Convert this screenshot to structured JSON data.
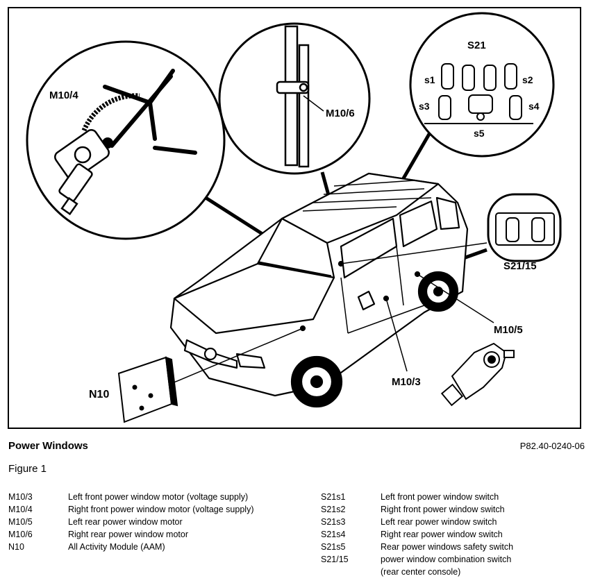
{
  "figure": {
    "labels": {
      "m10_4": "M10/4",
      "m10_6": "M10/6",
      "s21": "S21",
      "s1": "s1",
      "s2": "s2",
      "s3": "s3",
      "s4": "s4",
      "s5": "s5",
      "s21_15": "S21/15",
      "m10_5": "M10/5",
      "m10_3": "M10/3",
      "n10": "N10"
    }
  },
  "caption": {
    "title": "Power Windows",
    "code": "P82.40-0240-06",
    "figure_label": "Figure 1"
  },
  "legend": {
    "left": [
      {
        "code": "M10/3",
        "desc": "Left front power window motor (voltage supply)"
      },
      {
        "code": "M10/4",
        "desc": "Right front power window motor (voltage supply)"
      },
      {
        "code": "M10/5",
        "desc": "Left rear power window motor"
      },
      {
        "code": "M10/6",
        "desc": "Right rear power window motor"
      },
      {
        "code": "N10",
        "desc": "All Activity Module (AAM)"
      }
    ],
    "right": [
      {
        "code": "S21s1",
        "desc": "Left front power window switch"
      },
      {
        "code": "S21s2",
        "desc": "Right front power window switch"
      },
      {
        "code": "S21s3",
        "desc": "Left rear power window switch"
      },
      {
        "code": "S21s4",
        "desc": "Right rear power window switch"
      },
      {
        "code": "S21s5",
        "desc": "Rear power windows safety switch"
      },
      {
        "code": "S21/15",
        "desc": "power window combination switch"
      },
      {
        "code": "",
        "desc": "(rear center console)"
      }
    ]
  }
}
